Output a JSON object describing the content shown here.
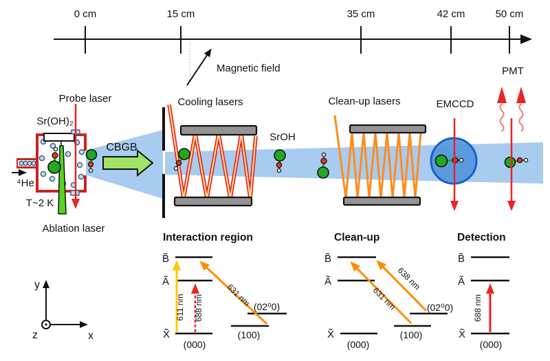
{
  "scale": {
    "ticks": [
      "0 cm",
      "15 cm",
      "35 cm",
      "42 cm",
      "50 cm"
    ],
    "magnetic_field_label": "Magnetic field"
  },
  "source": {
    "probe_laser_label": "Probe laser",
    "target_label": "Sr(OH)₂",
    "buffer_gas_label": "⁴He",
    "temperature_label": "T~2 K",
    "ablation_label": "Ablation laser",
    "cbgb_label": "CBGB"
  },
  "beamline": {
    "cooling_label": "Cooling lasers",
    "molecule_label": "SrOH",
    "cleanup_label": "Clean-up lasers",
    "emccd_label": "EMCCD",
    "pmt_label": "PMT"
  },
  "level_diagrams": {
    "interaction": {
      "title": "Interaction region",
      "state_B": "B̃",
      "state_A": "Ã",
      "state_X": "X̃",
      "vib_000": "(000)",
      "vib_100": "(100)",
      "vib_0200": "(02⁰0)",
      "laser_611": "611 nm",
      "laser_688": "688 nm",
      "laser_631": "631 nm"
    },
    "cleanup": {
      "title": "Clean-up",
      "state_B": "B̃",
      "state_A": "Ã",
      "state_X": "X̃",
      "vib_000": "(000)",
      "vib_100": "(100)",
      "vib_0200": "(02⁰0)",
      "laser_631": "631 nm",
      "laser_638": "638 nm"
    },
    "detection": {
      "title": "Detection",
      "state_B": "B̃",
      "state_A": "Ã",
      "state_X": "X̃",
      "vib_000": "(000)",
      "laser_688": "688 nm"
    }
  },
  "axes": {
    "x_label": "x",
    "y_label": "y",
    "z_label": "z"
  },
  "colors": {
    "beam_blue": "#A8CBF0",
    "emccd_blue": "#4E93DB",
    "emccd_border": "#1A5FC4",
    "laser_red": "#EE2222",
    "cooling_core": "#FFEE99",
    "cleanup_orange": "#FF8C1A",
    "diagram_orange": "#FF8C00",
    "diagram_yellow": "#FFC800",
    "green_arrow": "#9FE465",
    "ablation_green": "#55D522",
    "cell_red": "#CC2222",
    "mirror_gray": "#949494",
    "sr_green": "#22A822",
    "o_red": "#EE3322",
    "he_blue": "#BEDCF6",
    "pmt_purple": "#4A2B8A",
    "squiggle_red": "#F67878"
  }
}
